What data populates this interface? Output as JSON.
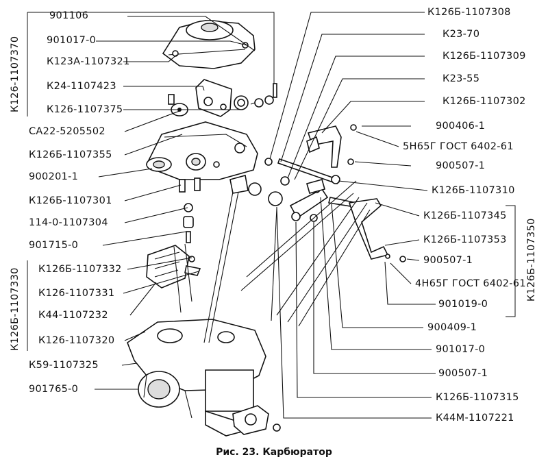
{
  "labels_left": [
    "901106",
    "901017-0",
    "К123А-1107321",
    "К24-1107423",
    "К126-1107375",
    "СА22-5205502",
    "К126Б-1107355",
    "900201-1",
    "К126Б-1107301",
    "114-0-1107304",
    "901715-0",
    "К126Б-1107332",
    "К126-1107331",
    "К44-1107232",
    "К126-1107320",
    "К59-1107325",
    "901765-0"
  ],
  "labels_right": [
    "К126Б-1107308",
    "К23-70",
    "К126Б-1107309",
    "К23-55",
    "К126Б-1107302",
    "900406-1",
    "5Н65Г ГОСТ 6402-61",
    "900507-1",
    "К126Б-1107310",
    "К126Б-1107345",
    "К126Б-1107353",
    "900507-1",
    "4Н65Г ГОСТ 6402-61",
    "901019-0",
    "900409-1",
    "901017-0",
    "900507-1",
    "К126Б-1107315",
    "К44М-1107221"
  ],
  "group_labels": {
    "top_left": "К126-1107370",
    "bottom_left": "К126Б-1107330",
    "right": "К126Б-1107350"
  },
  "caption": "Рис. 23. Карбюратор"
}
